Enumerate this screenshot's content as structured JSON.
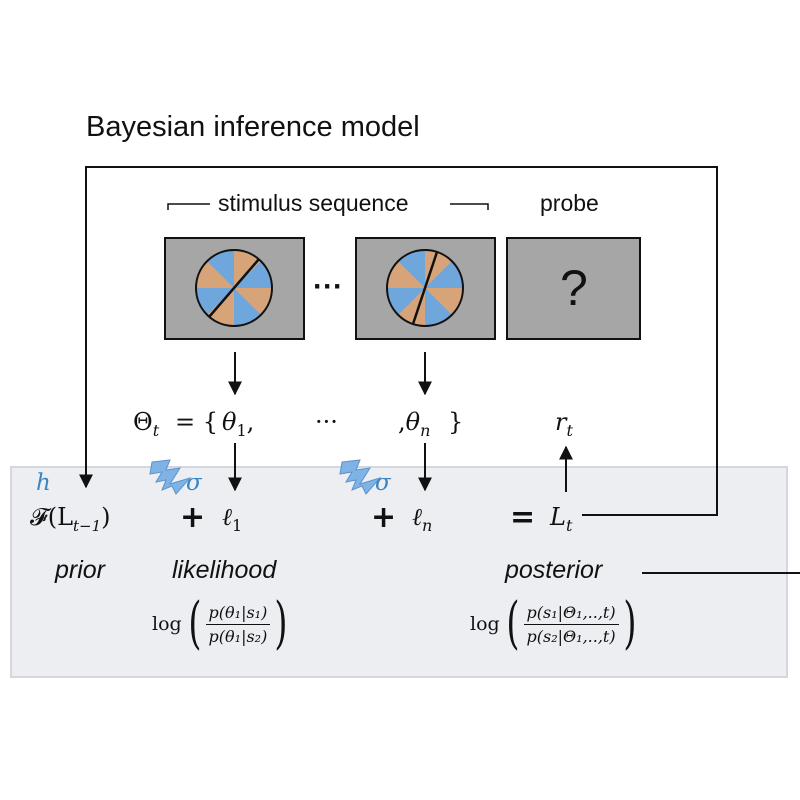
{
  "title": "Bayesian inference model",
  "header": {
    "sequence_label": "stimulus sequence",
    "probe_label": "probe"
  },
  "frames": {
    "ellipsis": "···",
    "probe_symbol": "?"
  },
  "observations": {
    "lhs": "Θ",
    "lhs_sub": "t",
    "open": "= {",
    "theta_1": "θ",
    "theta_1_sub": "1",
    "theta_1_trail": ",",
    "ellipsis": "···",
    "theta_n_lead": ",",
    "theta_n": "θ",
    "theta_n_sub": "n",
    "close": "}",
    "response": "r",
    "response_sub": "t"
  },
  "model": {
    "h_symbol": "h",
    "sigma_1": "σ",
    "sigma_n": "σ",
    "prior_func": "𝓕(L",
    "prior_sub": "t−1",
    "prior_close": ")",
    "plus_1": "+",
    "ell_1": "ℓ",
    "ell_1_sub": "1",
    "plus_n": "+",
    "ell_n": "ℓ",
    "ell_n_sub": "n",
    "equals": "=",
    "posterior_sym": "L",
    "posterior_sub": "t"
  },
  "captions": {
    "prior": "prior",
    "likelihood": "likelihood",
    "posterior": "posterior"
  },
  "formulas": {
    "log": "log",
    "likelihood_numerator": "p(θ₁|s₁)",
    "likelihood_denominator": "p(θ₁|s₂)",
    "posterior_numerator": "p(s₁|Θ₁,..,t)",
    "posterior_denominator": "p(s₂|Θ₁,..,t)"
  },
  "colors": {
    "accent_blue": "#3b85c4",
    "stimulus_blue": "#6fa6dc",
    "stimulus_tan": "#d7a47a",
    "frame_gray": "#a6a6a6",
    "lightning": "#7fb2e5",
    "panel_fill": "#eceef2"
  },
  "icons": [
    "lightning-icon",
    "grating-stimulus-icon",
    "arrow-icon"
  ]
}
